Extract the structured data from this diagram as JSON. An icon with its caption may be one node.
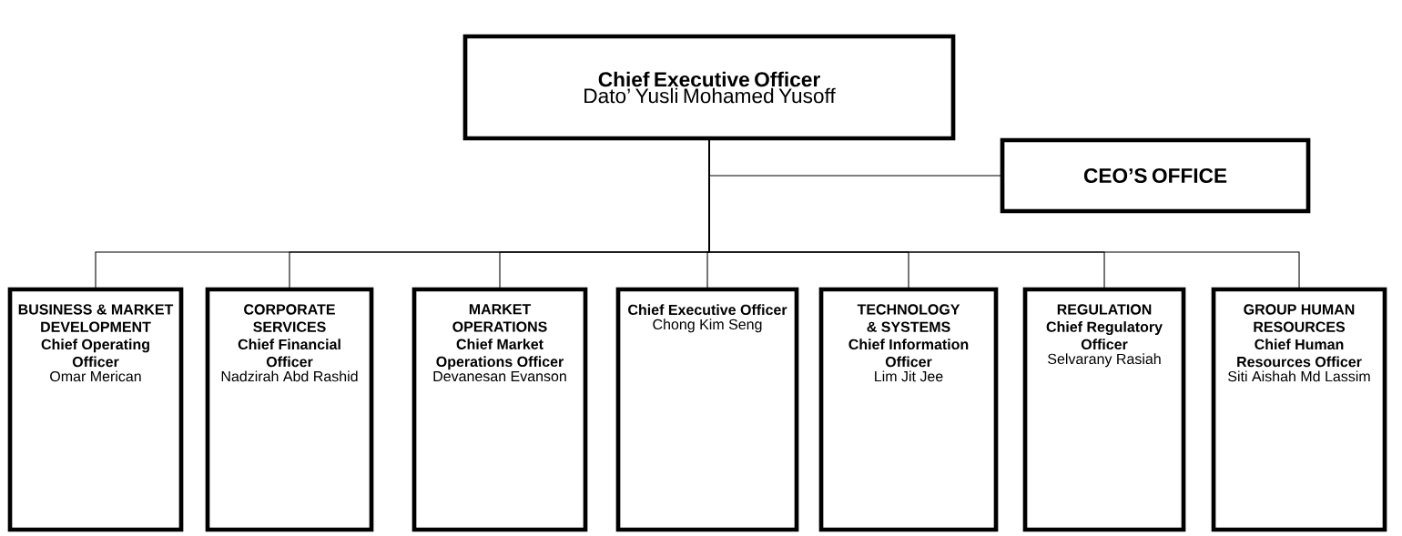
{
  "diagram": {
    "nodes": [
      {
        "text": [
          "Chief Executive Officer",
          "Dato’ Yusli Mohamed Yusoff"
        ]
      },
      {
        "text": [
          "CEO’S OFFICE"
        ]
      },
      {
        "text": [
          "BUSINESS & MARKET DEVELOPMENT",
          "Chief Operating Officer",
          "Omar Merican"
        ]
      },
      {
        "text": [
          "CORPORATE SERVICES",
          "Chief Financial Officer",
          "Nadzirah Abd Rashid"
        ]
      },
      {
        "text": [
          "MARKET OPERATIONS",
          "Chief Market Operations Officer",
          "Devanesan Evanson"
        ]
      },
      {
        "text": [
          "Chief Executive Officer",
          "Chong Kim Seng"
        ]
      },
      {
        "text": [
          "TECHNOLOGY & SYSTEMS",
          "Chief Information Officer",
          "Lim Jit Jee"
        ]
      },
      {
        "text": [
          "REGULATION",
          "Chief Regulatory Officer",
          "Selvarany Rasiah"
        ]
      },
      {
        "text": [
          "GROUP HUMAN RESOURCES",
          "Chief Human Resources Officer",
          "Siti Aishah Md Lassim"
        ]
      }
    ],
    "edges": [
      {
        "from": 0,
        "to": 1,
        "arrow": "none"
      },
      {
        "from": 0,
        "to": 2,
        "arrow": "none"
      },
      {
        "from": 0,
        "to": 3,
        "arrow": "none"
      },
      {
        "from": 0,
        "to": 4,
        "arrow": "none"
      },
      {
        "from": 0,
        "to": 5,
        "arrow": "none"
      },
      {
        "from": 0,
        "to": 6,
        "arrow": "none"
      },
      {
        "from": 0,
        "to": 7,
        "arrow": "none"
      },
      {
        "from": 0,
        "to": 8,
        "arrow": "none"
      }
    ]
  }
}
